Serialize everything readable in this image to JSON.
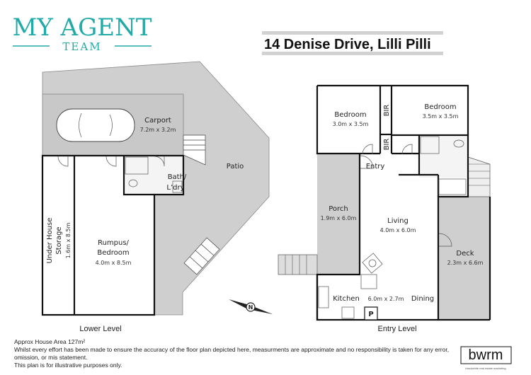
{
  "logo": {
    "line1": "MY AGENT",
    "line2": "TEAM",
    "color": "#22aaa8"
  },
  "title": "14 Denise Drive, Lilli Pilli",
  "lower_level": {
    "label": "Lower Level",
    "rooms": {
      "carport": {
        "name": "Carport",
        "dims": "7.2m x 3.2m"
      },
      "patio": {
        "name": "Patio"
      },
      "bath": {
        "line1": "Bath/",
        "line2": "L’dry"
      },
      "rumpus": {
        "line1": "Rumpus/",
        "line2": "Bedroom",
        "dims": "4.0m x 8.5m"
      },
      "storage": {
        "line1": "Under House",
        "line2": "Storage",
        "dims": "1.6m x 8.5m"
      }
    }
  },
  "entry_level": {
    "label": "Entry Level",
    "rooms": {
      "bedroom1": {
        "name": "Bedroom",
        "dims": "3.0m x 3.5m"
      },
      "bedroom2": {
        "name": "Bedroom",
        "dims": "3.5m x 3.5m"
      },
      "bir1": "BIR",
      "bir2": "BIR",
      "entry": "Entry",
      "porch": {
        "name": "Porch",
        "dims": "1.9m x 6.0m"
      },
      "living": {
        "name": "Living",
        "dims": "4.0m x 6.0m"
      },
      "deck": {
        "name": "Deck",
        "dims": "2.3m x 6.6m"
      },
      "kitchen": {
        "name": "Kitchen",
        "dims": "6.0m x 2.7m"
      },
      "dining": "Dining",
      "pantry": "P"
    }
  },
  "compass": {
    "label": "N"
  },
  "footer": {
    "area": "Approx House Area 127m²",
    "disclaimer": "Whilst every effort has been made to ensure the accuracy of the floor plan depicted here, measurments are approximate and no responsibility is taken for any error, omission, or mis statement.",
    "note": "This plan is for illustrative purposes only."
  },
  "brand": {
    "name": "bwrm",
    "tagline": "blackwhite real estate marketing"
  }
}
